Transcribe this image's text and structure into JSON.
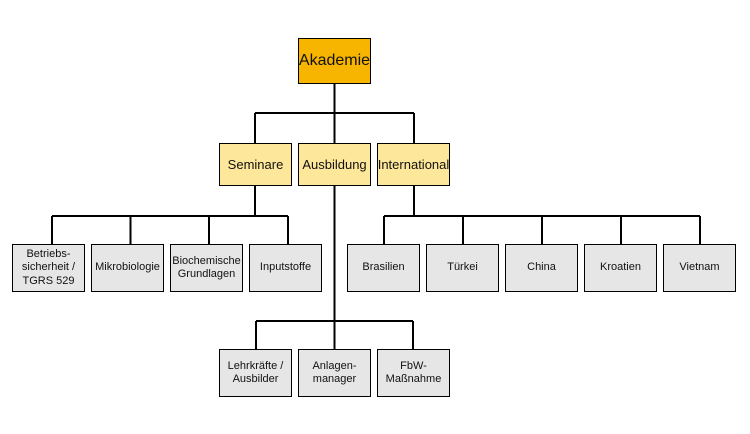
{
  "colors": {
    "root_fill": "#f7b500",
    "category_fill": "#fde79a",
    "leaf_fill": "#e6e6e6",
    "line": "#000000"
  },
  "root": {
    "label": "Akademie"
  },
  "categories": {
    "seminare": {
      "label": "Seminare"
    },
    "ausbildung": {
      "label": "Ausbildung"
    },
    "international": {
      "label": "International"
    }
  },
  "seminare_items": [
    {
      "label": "Betriebs-\nsicherheit /\nTGRS 529"
    },
    {
      "label": "Mikrobiologie"
    },
    {
      "label": "Biochemische\nGrundlagen"
    },
    {
      "label": "Inputstoffe"
    }
  ],
  "ausbildung_items": [
    {
      "label": "Lehrkräfte /\nAusbilder"
    },
    {
      "label": "Anlagen-\nmanager"
    },
    {
      "label": "FbW-\nMaßnahme"
    }
  ],
  "international_items": [
    {
      "label": "Brasilien"
    },
    {
      "label": "Türkei"
    },
    {
      "label": "China"
    },
    {
      "label": "Kroatien"
    },
    {
      "label": "Vietnam"
    }
  ]
}
